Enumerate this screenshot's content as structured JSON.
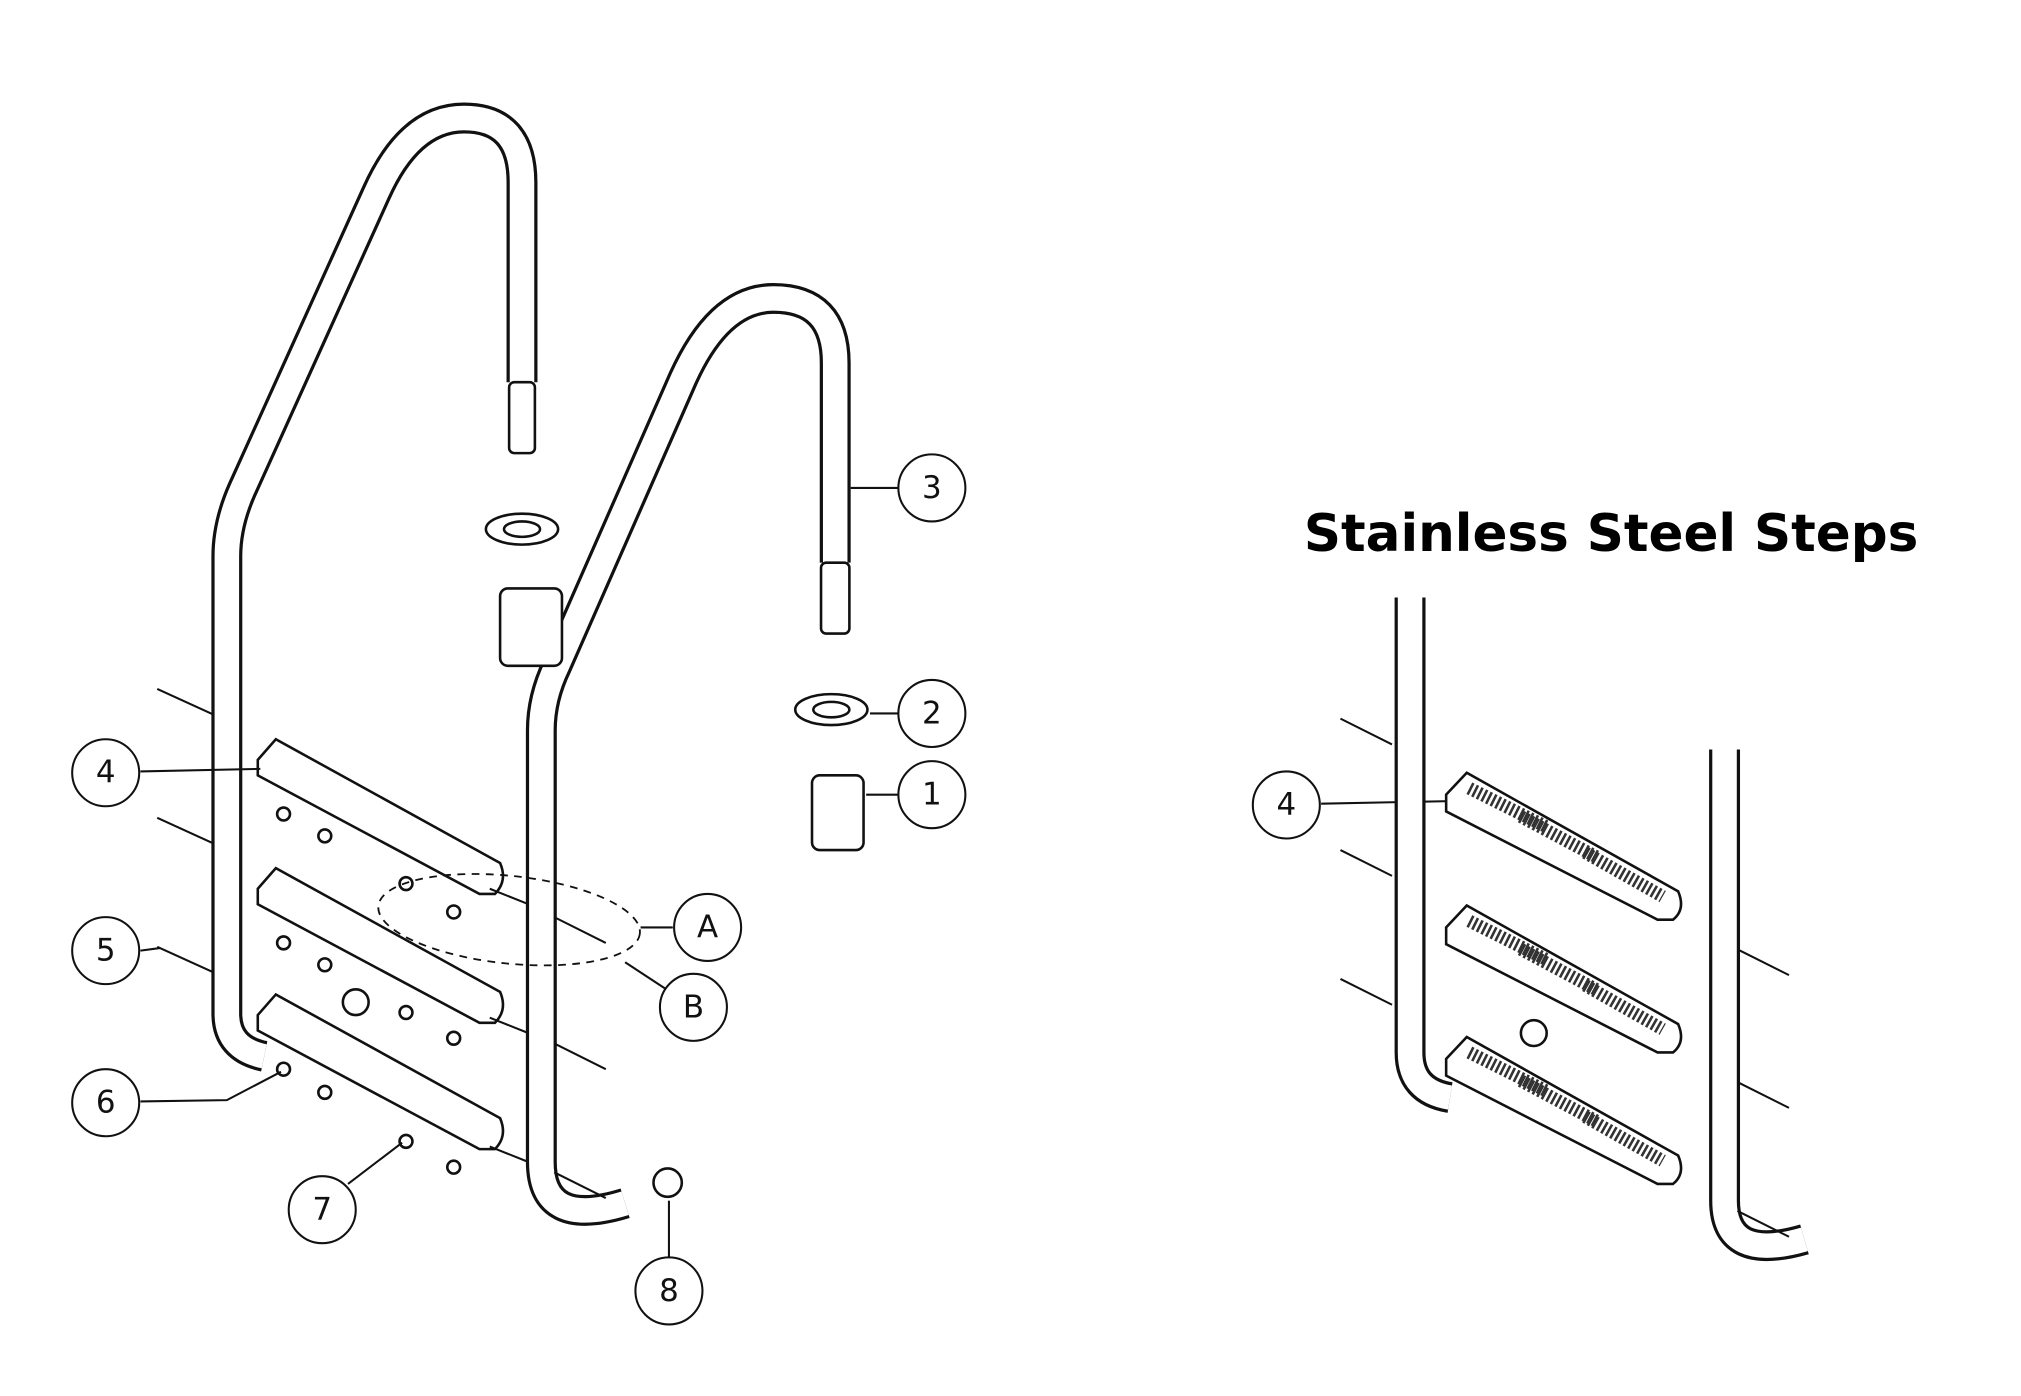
{
  "title": "Stainless Steel Steps",
  "callouts": {
    "c1": "1",
    "c2": "2",
    "c3": "3",
    "c4": "4",
    "c5": "5",
    "c6": "6",
    "c7": "7",
    "c8": "8",
    "cA": "A",
    "cB": "B",
    "c4r": "4"
  }
}
